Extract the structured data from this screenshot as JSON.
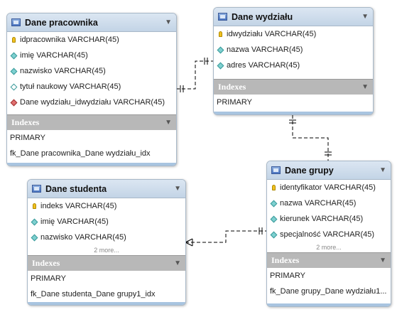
{
  "tables": {
    "pracownika": {
      "title": "Dane pracownika",
      "columns": [
        {
          "key": "pk",
          "text": "idpracownika VARCHAR(45)"
        },
        {
          "key": "col",
          "text": "imię VARCHAR(45)"
        },
        {
          "key": "col",
          "text": "nazwisko VARCHAR(45)"
        },
        {
          "key": "null",
          "text": "tytuł naukowy VARCHAR(45)"
        },
        {
          "key": "fk",
          "text": "Dane wydziału_idwydziału VARCHAR(45)"
        }
      ],
      "indexes_label": "Indexes",
      "indexes": [
        "PRIMARY",
        "fk_Dane pracownika_Dane wydziału_idx"
      ]
    },
    "wydzialu": {
      "title": "Dane wydziału",
      "columns": [
        {
          "key": "pk",
          "text": "idwydziału VARCHAR(45)"
        },
        {
          "key": "col",
          "text": "nazwa VARCHAR(45)"
        },
        {
          "key": "col",
          "text": "adres VARCHAR(45)"
        }
      ],
      "indexes_label": "Indexes",
      "indexes": [
        "PRIMARY"
      ]
    },
    "studenta": {
      "title": "Dane studenta",
      "columns": [
        {
          "key": "pk",
          "text": "indeks VARCHAR(45)"
        },
        {
          "key": "col",
          "text": "imię VARCHAR(45)"
        },
        {
          "key": "col",
          "text": "nazwisko VARCHAR(45)"
        }
      ],
      "more": "2 more...",
      "indexes_label": "Indexes",
      "indexes": [
        "PRIMARY",
        "fk_Dane studenta_Dane grupy1_idx"
      ]
    },
    "grupy": {
      "title": "Dane grupy",
      "columns": [
        {
          "key": "pk",
          "text": "identyfikator VARCHAR(45)"
        },
        {
          "key": "col",
          "text": "nazwa VARCHAR(45)"
        },
        {
          "key": "col",
          "text": "kierunek VARCHAR(45)"
        },
        {
          "key": "col",
          "text": "specjalność VARCHAR(45)"
        }
      ],
      "more": "2 more...",
      "indexes_label": "Indexes",
      "indexes": [
        "PRIMARY",
        "fk_Dane grupy_Dane wydziału1..."
      ]
    }
  },
  "icons": {
    "table": "table-icon",
    "collapse": "triangle-down-icon",
    "primary_key": "key-icon",
    "column": "diamond-icon",
    "nullable_column": "hollow-diamond-icon",
    "foreign_key": "red-diamond-icon"
  },
  "colors": {
    "header": "#c9d9ea",
    "border": "#a8b8c8",
    "index_header": "#b8b8b8",
    "primary_key": "#f0c020",
    "column": "#7ed0d0",
    "foreign_key": "#e07070",
    "relationship_line": "#000000"
  }
}
